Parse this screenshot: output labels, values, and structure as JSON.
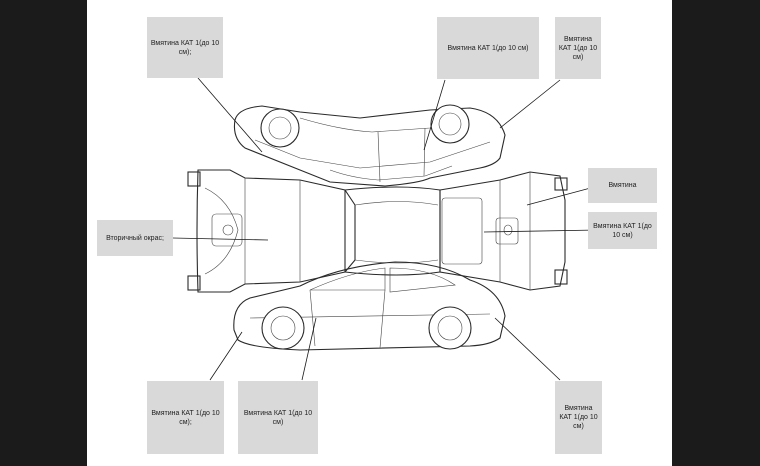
{
  "annotations": {
    "top_left": "Вмятина КАТ 1(до 10 см);",
    "top_center": "Вмятина КАТ 1(до 10 см)",
    "top_right": "Вмятина КАТ 1(до 10 см)",
    "right_upper": "Вмятина",
    "right_lower": "Вмятина КАТ 1(до 10 см)",
    "left_middle": "Вторичный окрас;",
    "bottom_left": "Вмятина КАТ 1(до 10 см);",
    "bottom_center": "Вмятина КАТ 1(до 10 см)",
    "bottom_right": "Вмятина КАТ 1(до 10 см)"
  },
  "colors": {
    "frame": "#1b1b1b",
    "sheet": "#ffffff",
    "label_bg": "#d9d9d9",
    "line": "#2a2a2a"
  }
}
